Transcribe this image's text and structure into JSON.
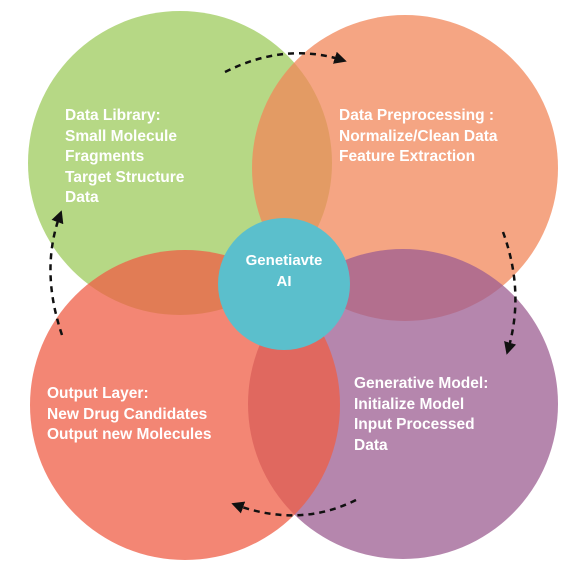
{
  "diagram": {
    "center": {
      "lines": [
        "Genetiavte",
        "AI"
      ],
      "color": "#5bbfcc"
    },
    "circles": [
      {
        "id": "data-library",
        "lines": [
          "Data Library:",
          "Small Molecule",
          "Fragments",
          "Target Structure",
          "Data"
        ],
        "color": "#9ecb5c"
      },
      {
        "id": "data-preprocessing",
        "lines": [
          "Data Preprocessing :",
          "Normalize/Clean Data",
          "Feature Extraction"
        ],
        "color": "#f2875a"
      },
      {
        "id": "generative-model",
        "lines": [
          "Generative Model:",
          "Initialize Model",
          "Input Processed",
          "Data"
        ],
        "color": "#9c5e92"
      },
      {
        "id": "output-layer",
        "lines": [
          "Output Layer:",
          "New Drug Candidates",
          "Output new Molecules"
        ],
        "color": "#ef5e45"
      }
    ],
    "arrow_color": "#111111"
  }
}
